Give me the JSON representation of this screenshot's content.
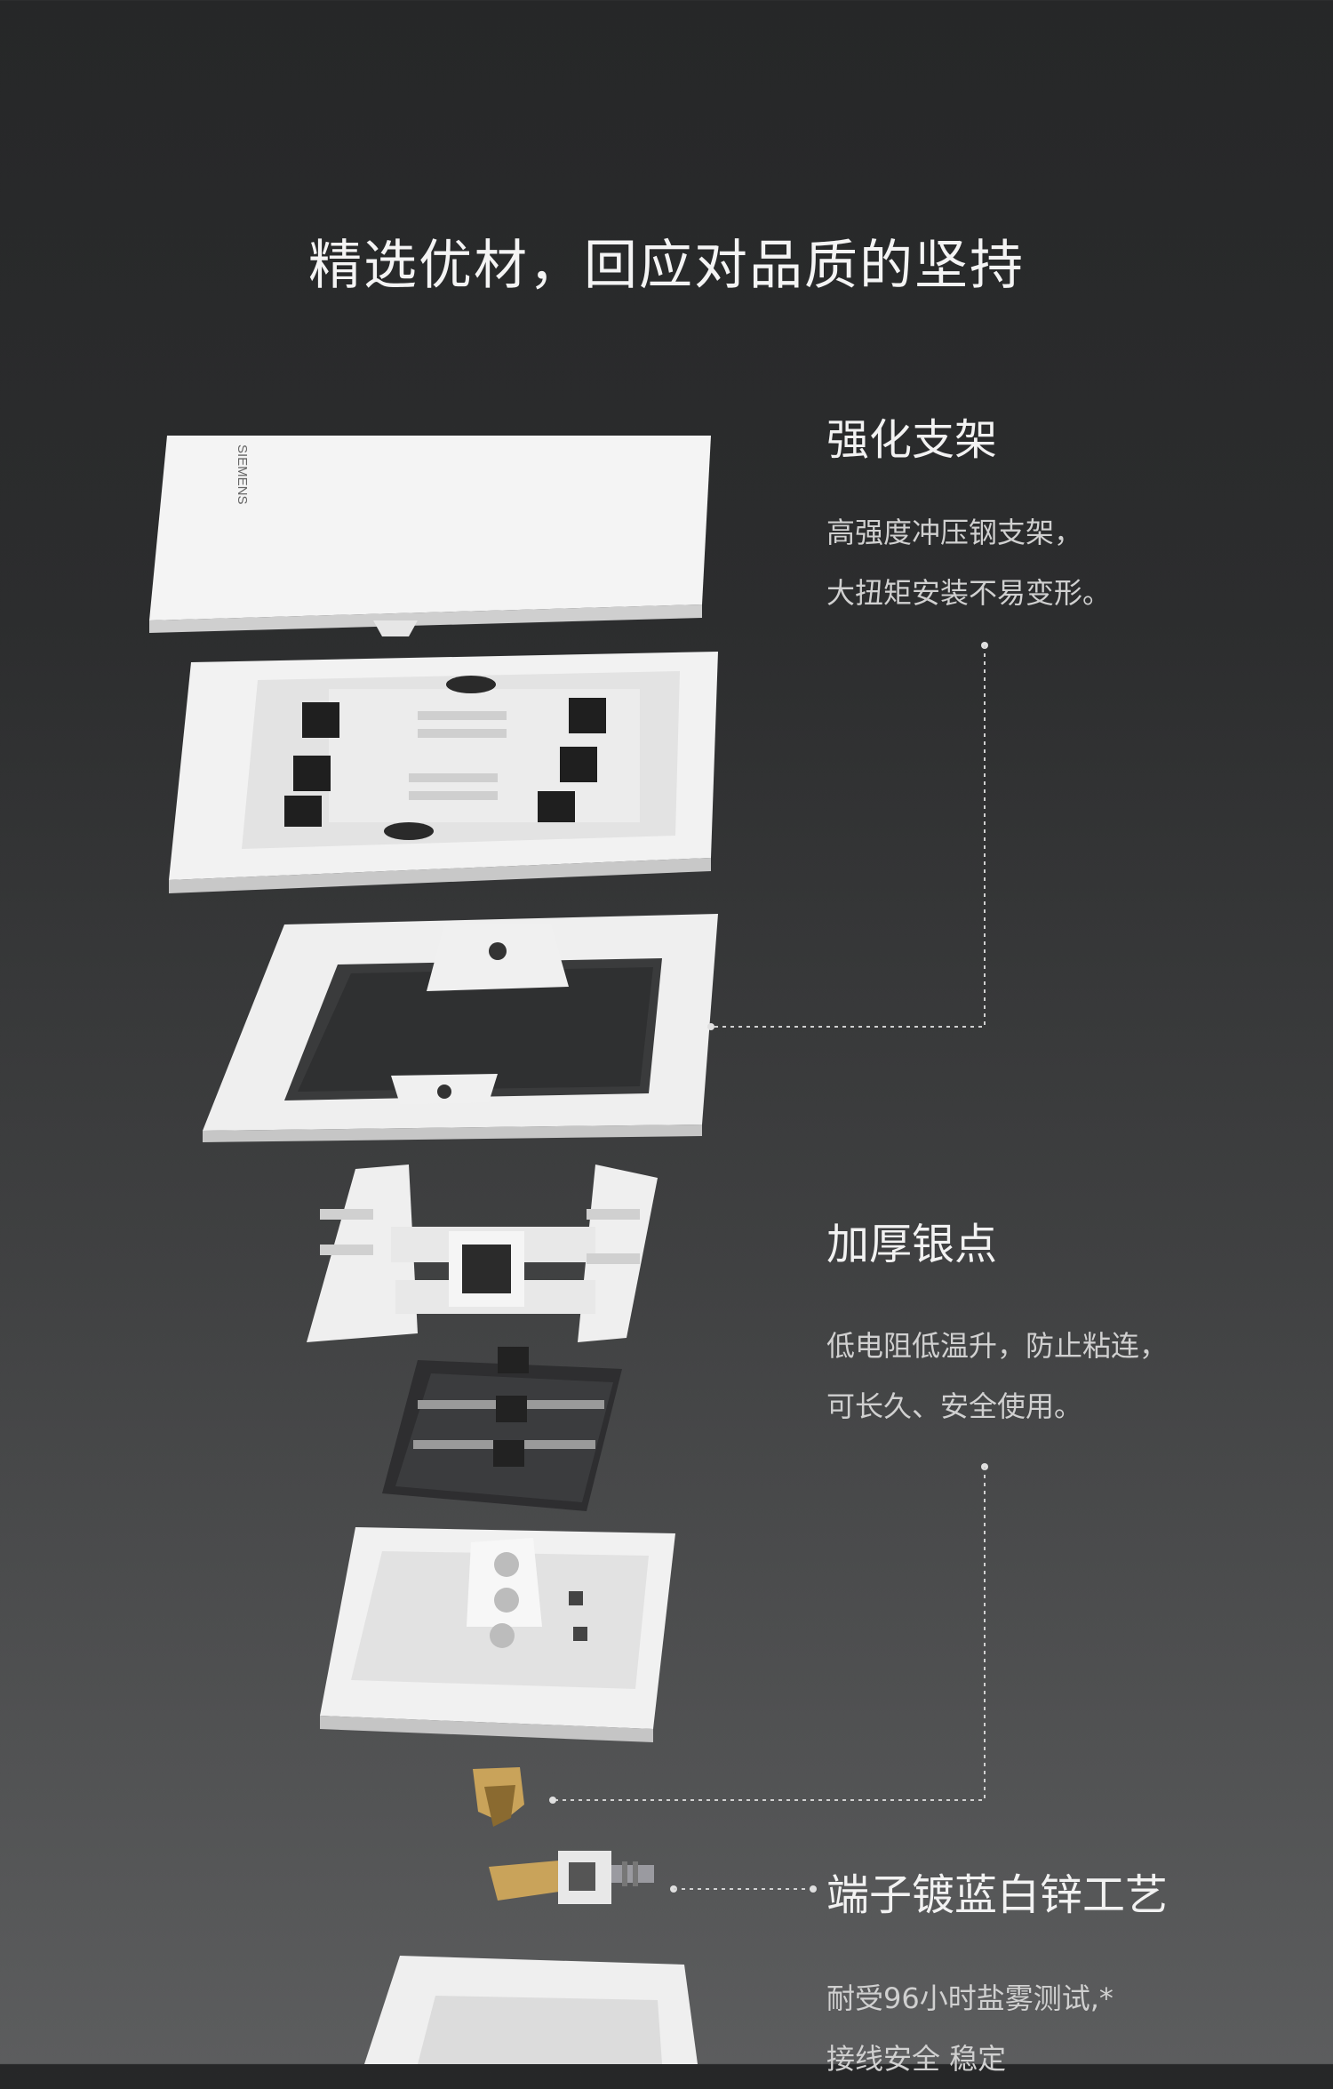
{
  "page": {
    "title": "精选优材，回应对品质的坚持"
  },
  "features": [
    {
      "title": "强化支架",
      "desc_line1": "高强度冲压钢支架，",
      "desc_line2": "大扭矩安装不易变形。"
    },
    {
      "title": "加厚银点",
      "desc_line1": "低电阻低温升，防止粘连，",
      "desc_line2": "可长久、安全使用。"
    },
    {
      "title": "端子镀蓝白锌工艺",
      "desc_line1": "耐受96小时盐雾测试,*",
      "desc_line2": "接线安全 稳定"
    }
  ],
  "product": {
    "brand_mark": "SIEMENS"
  },
  "colors": {
    "background_top": "#262728",
    "background_bottom": "#5c5d5e",
    "part_white": "#f3f3f3",
    "part_shadow": "#c9c9c9",
    "metal_dark": "#2e2e30",
    "brass": "#c9a35a"
  }
}
